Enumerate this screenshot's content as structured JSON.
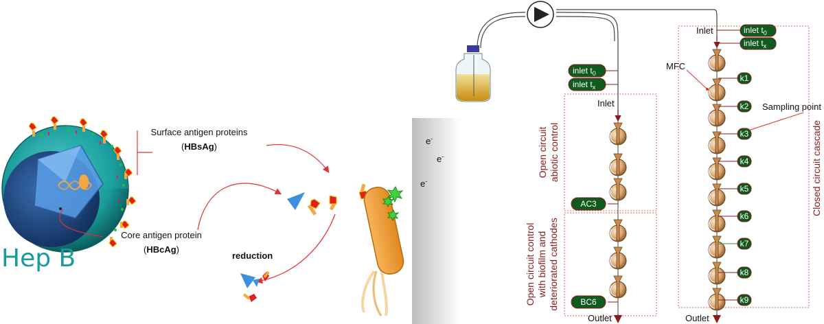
{
  "virus": {
    "title": "Hep B",
    "surface_label": "Surface antigen proteins",
    "surface_abbrev": "HBsAg",
    "core_label": "Core antigen protein",
    "core_abbrev": "HBcAg"
  },
  "reduction_label": "reduction",
  "electrode": {
    "electron_symbol": "e",
    "electron_sup": "-"
  },
  "setup": {
    "inlet_label": "Inlet",
    "outlet_label": "Outlet",
    "mfc_label": "MFC",
    "sampling_label": "Sampling point",
    "inlet_t0": {
      "main": "inlet t",
      "sub": "0"
    },
    "inlet_tx": {
      "main": "inlet t",
      "sub": "x"
    },
    "box_abiotic": {
      "line1": "Open circuit",
      "line2": "abiotic control",
      "tag": "AC3"
    },
    "box_biofilm": {
      "line1": "Open circuit control",
      "line2": "with biofilm and",
      "line3": "deteriorated cathodes",
      "tag": "BC6"
    },
    "cascade": {
      "title": "Closed circuit cascade",
      "points": [
        "k1",
        "k2",
        "k3",
        "k4",
        "k5",
        "k6",
        "k7",
        "k8",
        "k9"
      ]
    }
  },
  "colors": {
    "teal": "#1a9a9a",
    "red_arrow": "#e03030",
    "dark_red": "#8b1a1a",
    "pill_green": "#0f5a1e",
    "bacterium": "#f5a742",
    "protein_blue": "#3f8fe0"
  }
}
